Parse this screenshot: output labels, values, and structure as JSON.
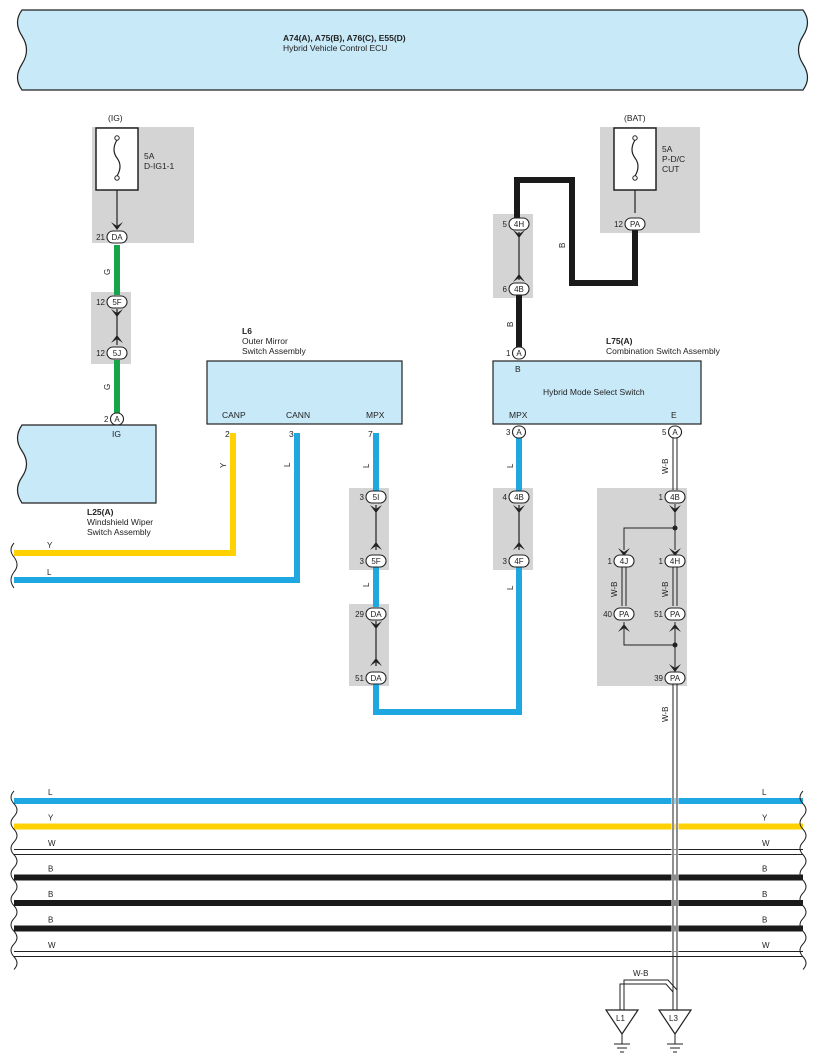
{
  "ecu": {
    "codes": "A74(A), A75(B), A76(C), E55(D)",
    "name": "Hybrid Vehicle Control ECU"
  },
  "fuse_ig": {
    "supply": "(IG)",
    "rating": "5A",
    "name": "D-IG1-1",
    "pin": "21",
    "connector": "DA"
  },
  "fuse_bat": {
    "supply": "(BAT)",
    "rating": "5A",
    "name1": "P-D/C",
    "name2": "CUT",
    "pin": "12",
    "connector": "PA"
  },
  "wiper": {
    "code": "L25(A)",
    "name1": "Windshield Wiper",
    "name2": "Switch Assembly",
    "terminal": "IG",
    "pin": "2",
    "connector": "A"
  },
  "mirror": {
    "code": "L6",
    "name1": "Outer Mirror",
    "name2": "Switch Assembly",
    "terminals": [
      {
        "label": "CANP",
        "pin": "2"
      },
      {
        "label": "CANN",
        "pin": "3"
      },
      {
        "label": "MPX",
        "pin": "7"
      }
    ]
  },
  "combo": {
    "code": "L75(A)",
    "name": "Combination Switch Assembly",
    "function": "Hybrid Mode Select Switch",
    "top_pin": "1",
    "top_conn": "A",
    "top_wire": "B",
    "terminals": [
      {
        "label": "MPX",
        "pin": "3",
        "conn": "A"
      },
      {
        "label": "E",
        "pin": "5",
        "conn": "A"
      }
    ]
  },
  "junctions": {
    "ig_pair": [
      {
        "pin": "12",
        "conn": "5F"
      },
      {
        "pin": "12",
        "conn": "5J"
      }
    ],
    "bat_pair": [
      {
        "pin": "5",
        "conn": "4H"
      },
      {
        "pin": "6",
        "conn": "4B"
      }
    ],
    "mirror_pair1": [
      {
        "pin": "3",
        "conn": "5I"
      },
      {
        "pin": "3",
        "conn": "5F"
      }
    ],
    "mirror_pair2": [
      {
        "pin": "29",
        "conn": "DA"
      },
      {
        "pin": "51",
        "conn": "DA"
      }
    ],
    "combo_pair": [
      {
        "pin": "4",
        "conn": "4B"
      },
      {
        "pin": "3",
        "conn": "4F"
      }
    ],
    "ground_block": [
      {
        "pin": "1",
        "conn": "4B"
      },
      {
        "pin": "1",
        "conn": "4J"
      },
      {
        "pin": "1",
        "conn": "4H"
      },
      {
        "pin": "40",
        "conn": "PA"
      },
      {
        "pin": "51",
        "conn": "PA"
      },
      {
        "pin": "39",
        "conn": "PA"
      }
    ]
  },
  "wire_labels": {
    "ig_upper": "G",
    "ig_lower": "G",
    "bat_horizontal": "B",
    "bat_lower": "B",
    "canp": "Y",
    "cann": "L",
    "mpx_mirror_1": "L",
    "mpx_mirror_2": "L",
    "mpx_combo_1": "L",
    "mpx_combo_2": "L",
    "e_upper": "W-B",
    "e_left": "W-B",
    "e_right": "W-B",
    "e_lower": "W-B",
    "wiper_y": "Y",
    "wiper_l": "L",
    "ground_top": "W-B"
  },
  "bus": [
    {
      "left": "L",
      "right": "L",
      "color": "#1ea7e1"
    },
    {
      "left": "Y",
      "right": "Y",
      "color": "#ffd100"
    },
    {
      "left": "W",
      "right": "W",
      "color": "#ffffff"
    },
    {
      "left": "B",
      "right": "B",
      "color": "#1a1a1a"
    },
    {
      "left": "B",
      "right": "B",
      "color": "#1a1a1a"
    },
    {
      "left": "B",
      "right": "B",
      "color": "#1a1a1a"
    },
    {
      "left": "W",
      "right": "W",
      "color": "#ffffff"
    }
  ],
  "grounds": [
    {
      "label": "L1"
    },
    {
      "label": "L3"
    }
  ],
  "colors": {
    "component_fill": "#c8e9f8",
    "junction_fill": "#d4d4d4",
    "green": "#16a54a",
    "blue": "#1ea7e1",
    "yellow": "#ffd100",
    "black": "#1a1a1a"
  }
}
